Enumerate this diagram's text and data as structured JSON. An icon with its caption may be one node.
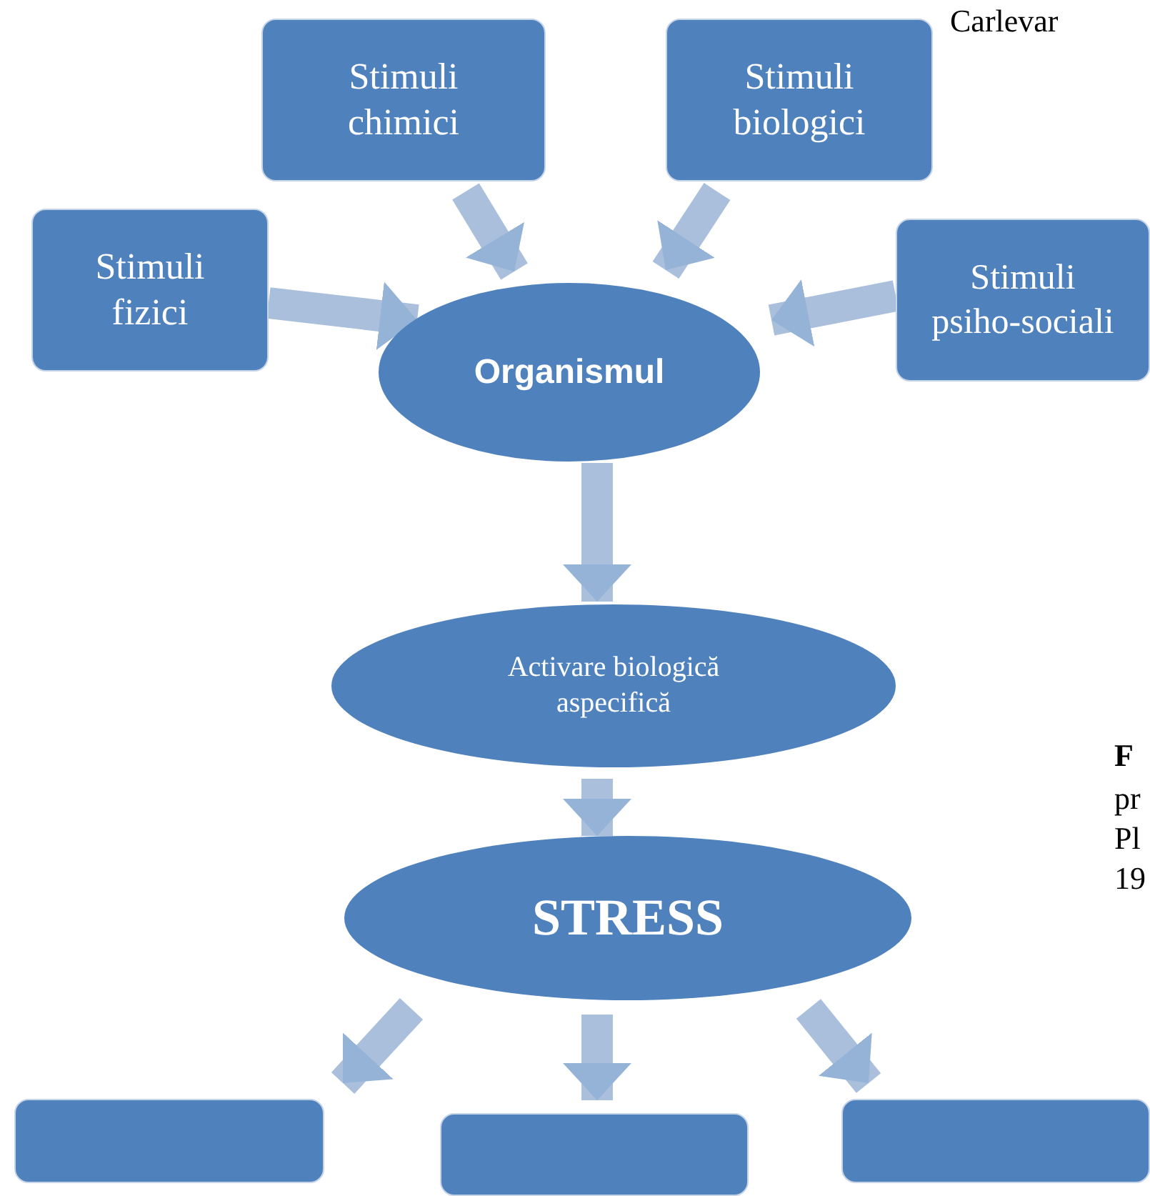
{
  "diagram": {
    "nodes": [
      {
        "text": [
          "Stimuli fizici"
        ]
      },
      {
        "text": [
          "Stimuli chimici"
        ]
      },
      {
        "text": [
          "Stimuli biologici"
        ]
      },
      {
        "text": [
          "Stimuli psiho-sociali"
        ]
      },
      {
        "text": [
          "Organismul"
        ]
      },
      {
        "text": [
          "Activare biologică aspecifică"
        ]
      },
      {
        "text": [
          "STRESS"
        ]
      },
      {
        "text": [],
        "shape": "box"
      },
      {
        "text": [],
        "shape": "box"
      },
      {
        "text": [],
        "shape": "box"
      }
    ],
    "edges": [
      {
        "from": 0,
        "to": 4,
        "arrow": "to"
      },
      {
        "from": 1,
        "to": 4,
        "arrow": "to"
      },
      {
        "from": 2,
        "to": 4,
        "arrow": "to"
      },
      {
        "from": 3,
        "to": 4,
        "arrow": "to"
      },
      {
        "from": 4,
        "to": 5,
        "arrow": "to"
      },
      {
        "from": 5,
        "to": 6,
        "arrow": "to"
      },
      {
        "from": 6,
        "to": 7,
        "arrow": "to"
      },
      {
        "from": 6,
        "to": 8,
        "arrow": "to"
      },
      {
        "from": 6,
        "to": 9,
        "arrow": "to"
      }
    ],
    "labels": [
      "Carlevar",
      "F",
      "pr",
      "Pl",
      "19"
    ]
  }
}
